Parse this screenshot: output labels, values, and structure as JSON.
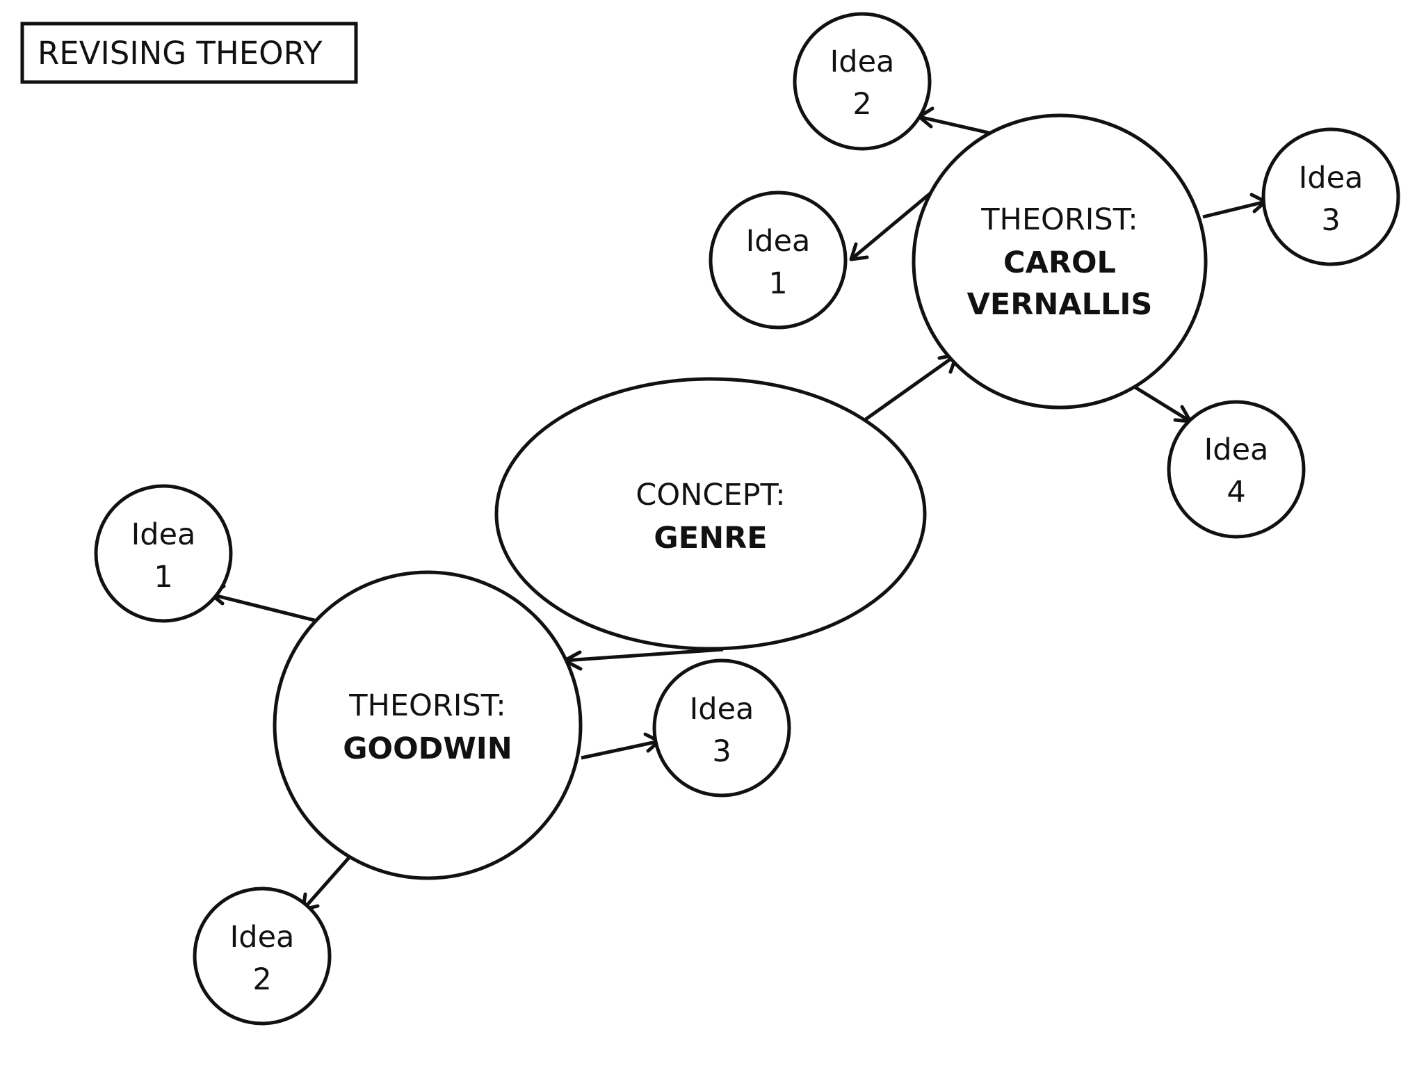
{
  "title": "REVISING THEORY",
  "nodes": {
    "concept": {
      "label": "CONCEPT:",
      "name": "GENRE"
    },
    "vernallis": {
      "label": "THEORIST:",
      "name_line1": "CAROL",
      "name_line2": "VERNALLIS"
    },
    "goodwin": {
      "label": "THEORIST:",
      "name": "GOODWIN"
    },
    "v_idea1": {
      "line1": "Idea",
      "line2": "1"
    },
    "v_idea2": {
      "line1": "Idea",
      "line2": "2"
    },
    "v_idea3": {
      "line1": "Idea",
      "line2": "3"
    },
    "v_idea4": {
      "line1": "Idea",
      "line2": "4"
    },
    "g_idea1": {
      "line1": "Idea",
      "line2": "1"
    },
    "g_idea2": {
      "line1": "Idea",
      "line2": "2"
    },
    "g_idea3": {
      "line1": "Idea",
      "line2": "3"
    }
  },
  "edges": [
    {
      "from": "concept",
      "to": "vernallis"
    },
    {
      "from": "concept",
      "to": "goodwin"
    },
    {
      "from": "vernallis",
      "to": "v_idea1"
    },
    {
      "from": "vernallis",
      "to": "v_idea2"
    },
    {
      "from": "vernallis",
      "to": "v_idea3"
    },
    {
      "from": "vernallis",
      "to": "v_idea4"
    },
    {
      "from": "goodwin",
      "to": "g_idea1"
    },
    {
      "from": "goodwin",
      "to": "g_idea2"
    },
    {
      "from": "goodwin",
      "to": "g_idea3"
    }
  ]
}
